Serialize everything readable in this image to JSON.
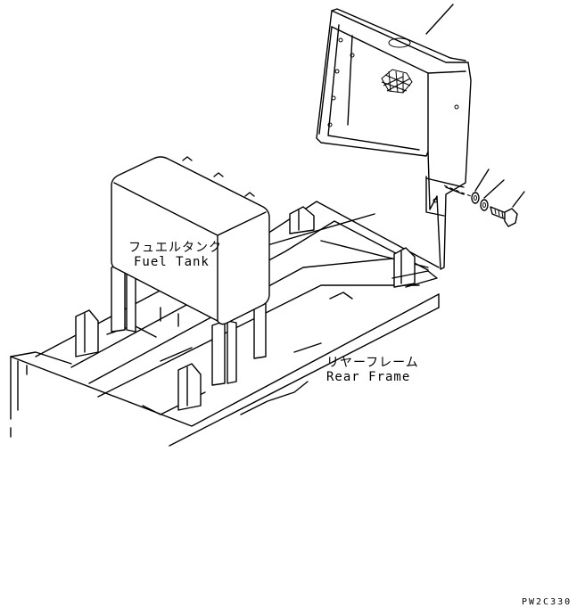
{
  "labels": {
    "fuel_tank_jp": "フュエルタンク",
    "fuel_tank_en": "Fuel Tank",
    "rear_frame_jp": "リヤーフレーム",
    "rear_frame_en": "Rear Frame"
  },
  "drawing_code": "PW2C330"
}
